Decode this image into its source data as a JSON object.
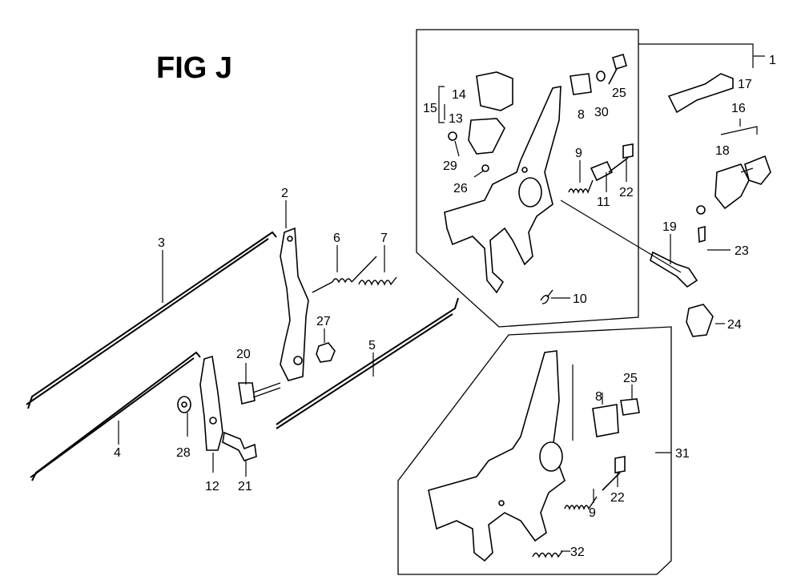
{
  "title": "FIG J",
  "callouts": {
    "c1": "1",
    "c2": "2",
    "c3": "3",
    "c4": "4",
    "c5": "5",
    "c6": "6",
    "c7": "7",
    "c8a": "8",
    "c8b": "8",
    "c9a": "9",
    "c9b": "9",
    "c10": "10",
    "c11": "11",
    "c12": "12",
    "c13": "13",
    "c14": "14",
    "c15": "15",
    "c16": "16",
    "c17": "17",
    "c18": "18",
    "c19": "19",
    "c20": "20",
    "c21": "21",
    "c22a": "22",
    "c22b": "22",
    "c23": "23",
    "c24": "24",
    "c25a": "25",
    "c25b": "25",
    "c26": "26",
    "c27": "27",
    "c28": "28",
    "c29": "29",
    "c30": "30",
    "c31": "31",
    "c32": "32"
  }
}
